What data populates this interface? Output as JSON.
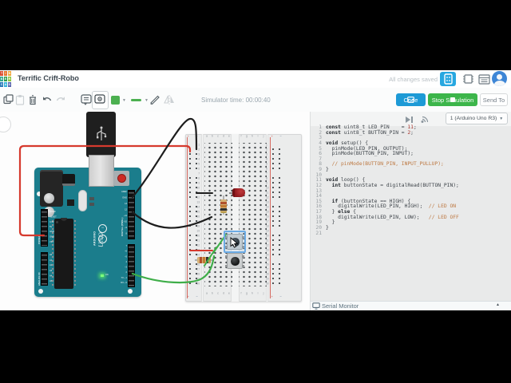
{
  "header": {
    "title": "Terrific Crift-Robo",
    "save_status": "All changes saved",
    "logo_letters": [
      "T",
      "I",
      "N",
      "K",
      "E",
      "R",
      "C",
      "A",
      "D"
    ],
    "logo_colors": [
      "#d94f35",
      "#e8742c",
      "#f0a73e",
      "#35a88f",
      "#2f9e4f",
      "#8bc53f",
      "#2a79b8",
      "#36b3d9",
      "#5a66ae"
    ]
  },
  "toolbar": {
    "sim_time": "Simulator time: 00:00:40",
    "code_button": "Code",
    "stop_button": "Stop Simulation",
    "send_to_button": "Send To"
  },
  "code_panel": {
    "board_selector": "1 (Arduino Uno R3)",
    "lines": [
      {
        "n": 1,
        "seg": [
          [
            "k",
            "const"
          ],
          [
            "d",
            " uint8_t LED_PIN    = "
          ],
          [
            "n",
            "11"
          ],
          [
            "d",
            ";"
          ]
        ]
      },
      {
        "n": 2,
        "seg": [
          [
            "k",
            "const"
          ],
          [
            "d",
            " uint8_t BUTTON_PIN = "
          ],
          [
            "n",
            "2"
          ],
          [
            "d",
            ";"
          ]
        ]
      },
      {
        "n": 3,
        "seg": []
      },
      {
        "n": 4,
        "seg": [
          [
            "k",
            "void"
          ],
          [
            "d",
            " setup() {"
          ]
        ]
      },
      {
        "n": 5,
        "seg": [
          [
            "d",
            "  pinMode(LED_PIN, OUTPUT);"
          ]
        ]
      },
      {
        "n": 6,
        "seg": [
          [
            "d",
            "  pinMode(BUTTON_PIN, INPUT);"
          ]
        ]
      },
      {
        "n": 7,
        "seg": []
      },
      {
        "n": 8,
        "seg": [
          [
            "c",
            "  // pinMode(BUTTON_PIN, INPUT_PULLUP);"
          ]
        ]
      },
      {
        "n": 9,
        "seg": [
          [
            "d",
            "}"
          ]
        ]
      },
      {
        "n": 10,
        "seg": []
      },
      {
        "n": 11,
        "seg": [
          [
            "k",
            "void"
          ],
          [
            "d",
            " loop() {"
          ]
        ]
      },
      {
        "n": 12,
        "seg": [
          [
            "d",
            "  "
          ],
          [
            "k",
            "int"
          ],
          [
            "d",
            " buttonState = digitalRead(BUTTON_PIN);"
          ]
        ]
      },
      {
        "n": 13,
        "seg": []
      },
      {
        "n": 14,
        "seg": []
      },
      {
        "n": 15,
        "seg": [
          [
            "d",
            "  "
          ],
          [
            "k",
            "if"
          ],
          [
            "d",
            " (buttonState == HIGH) {"
          ]
        ]
      },
      {
        "n": 16,
        "seg": [
          [
            "d",
            "    digitalWrite(LED_PIN, HIGH);  "
          ],
          [
            "c",
            "// LED ON"
          ]
        ]
      },
      {
        "n": 17,
        "seg": [
          [
            "d",
            "  } "
          ],
          [
            "k",
            "else"
          ],
          [
            "d",
            " {"
          ]
        ]
      },
      {
        "n": 18,
        "seg": [
          [
            "d",
            "    digitalWrite(LED_PIN, LOW);   "
          ],
          [
            "c",
            "// LED OFF"
          ]
        ]
      },
      {
        "n": 19,
        "seg": [
          [
            "d",
            "  }"
          ]
        ]
      },
      {
        "n": 20,
        "seg": [
          [
            "d",
            "}"
          ]
        ]
      },
      {
        "n": 21,
        "seg": []
      }
    ]
  },
  "serial": {
    "label": "Serial Monitor"
  },
  "breadboard": {
    "rows": 30,
    "column_labels": [
      "a",
      "b",
      "c",
      "d",
      "e",
      "f",
      "g",
      "h",
      "i",
      "j"
    ],
    "rail_plus": "+",
    "rail_minus": "−"
  },
  "arduino": {
    "brand": "ARDUINO",
    "model": "UNO",
    "on_label": "ON",
    "power_group": "POWER",
    "analog_group": "ANALOG IN",
    "digital_group": "DIGITAL (PWM~)",
    "power_pins": [
      "IOREF",
      "RESET",
      "3.3V",
      "5V",
      "GND",
      "GND",
      "VIN"
    ],
    "analog_pins": [
      "A0",
      "A1",
      "A2",
      "A3",
      "A4",
      "A5"
    ],
    "digital_pins_top": [
      "AREF",
      "GND",
      "13",
      "12",
      "~11",
      "~10",
      "~9",
      "8"
    ],
    "digital_pins_bottom": [
      "7",
      "~6",
      "~5",
      "4",
      "~3",
      "2",
      "TX→1",
      "RX←0"
    ],
    "logo_minus": "−",
    "logo_plus": "+"
  },
  "colors": {
    "accent_blue": "#1d9ad6",
    "accent_green": "#3cb54a",
    "wire_red": "#d63a2e",
    "wire_green": "#3fae49",
    "wire_black": "#1d1d1d",
    "board_teal": "#1b7d8c"
  }
}
